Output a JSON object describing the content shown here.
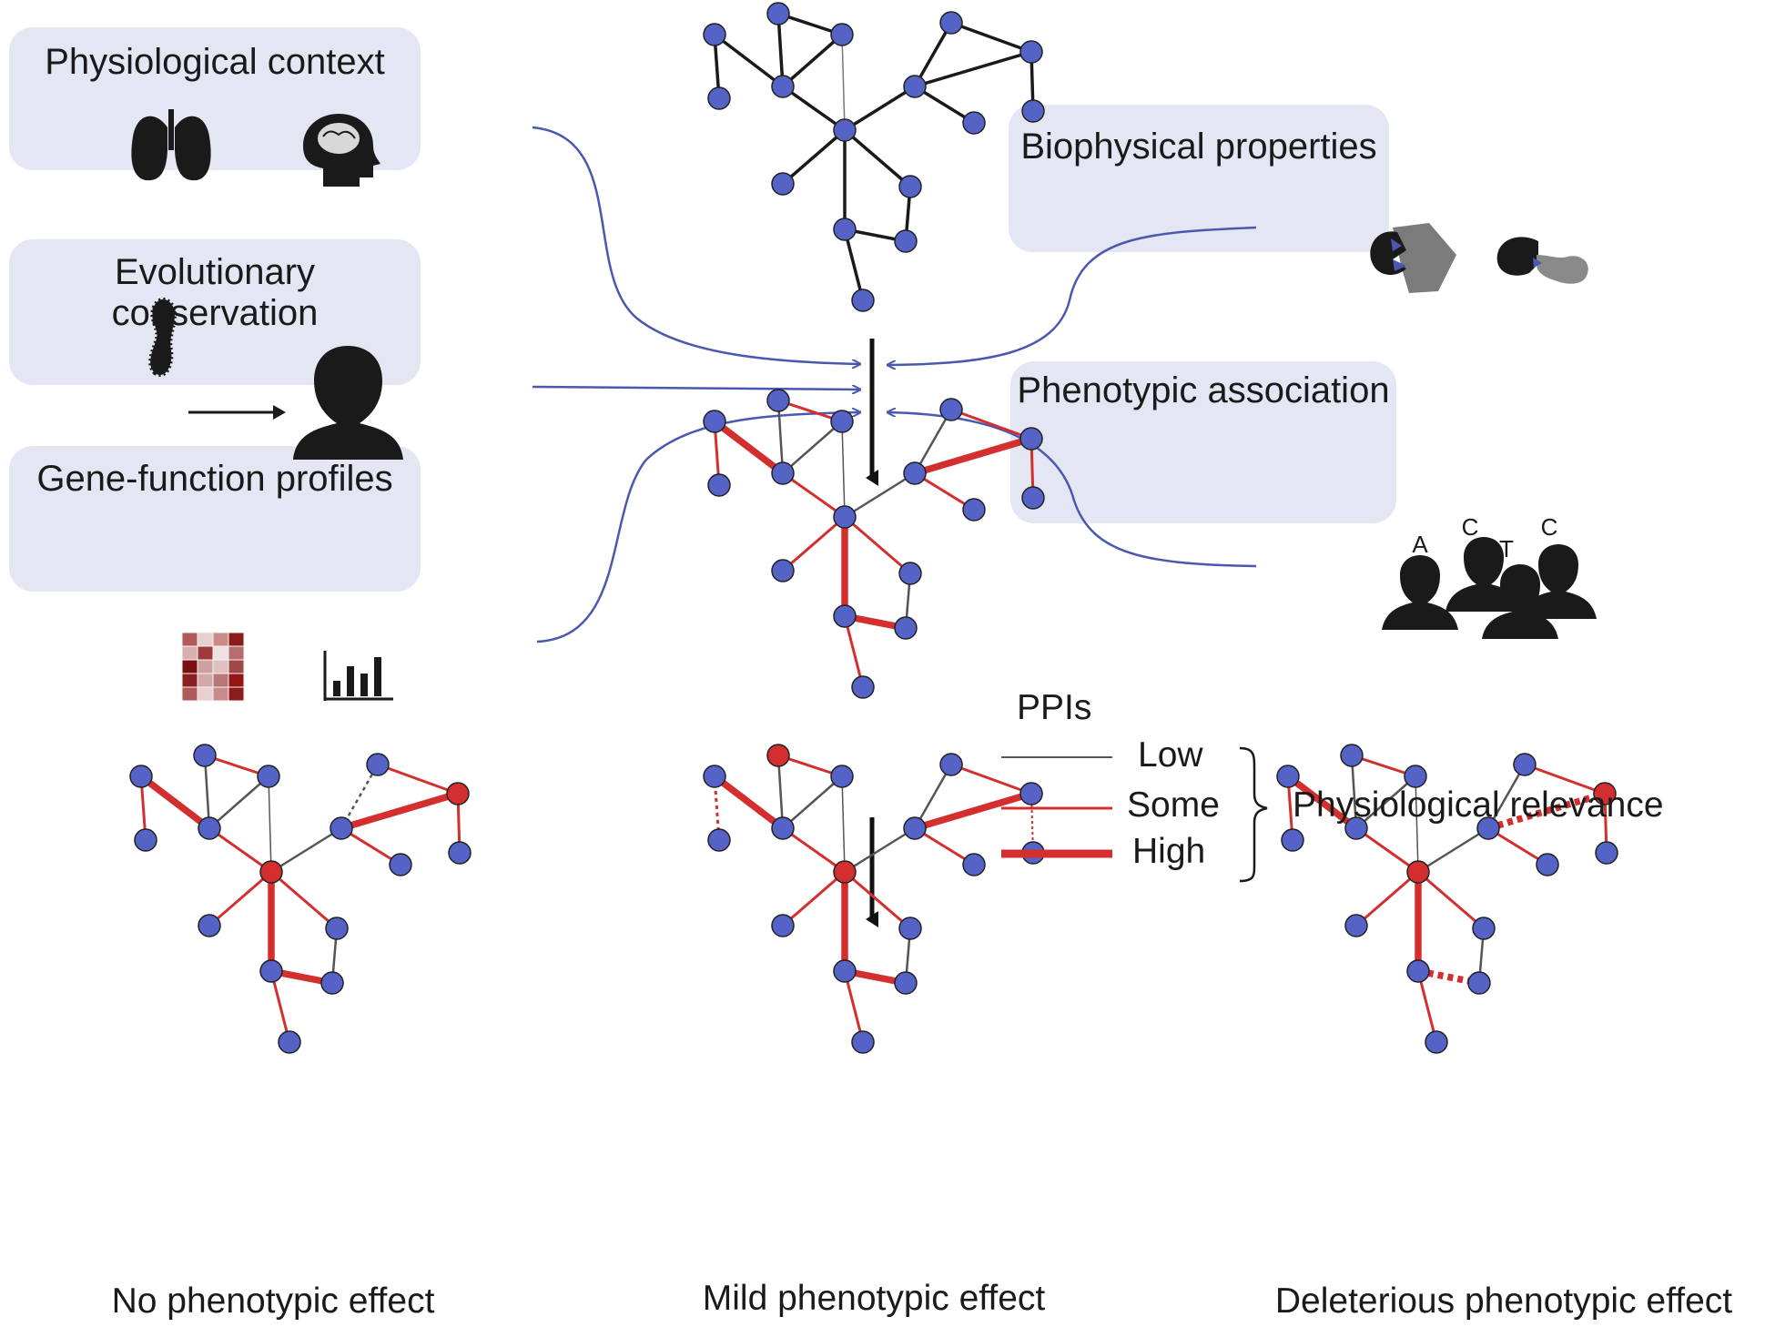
{
  "panels": {
    "physiological_context": {
      "title": "Physiological context",
      "icons": [
        "lungs-icon",
        "brain-head-icon"
      ]
    },
    "evolutionary_conservation": {
      "title": "Evolutionary conservation",
      "icons": [
        "bacterium-icon",
        "arrow-right-icon",
        "human-head-icon"
      ]
    },
    "gene_function_profiles": {
      "title": "Gene-function profiles",
      "icons": [
        "heatmap-icon",
        "bar-chart-icon"
      ]
    },
    "biophysical_properties": {
      "title": "Biophysical properties",
      "icons": [
        "protein-binding-icon",
        "protein-pair-icon"
      ]
    },
    "phenotypic_association": {
      "title": "Phenotypic association",
      "alleles": [
        "A",
        "C",
        "T",
        "C"
      ],
      "icons": [
        "population-icon"
      ]
    }
  },
  "legend": {
    "title": "PPIs",
    "items": [
      {
        "label": "Low",
        "color": "#555555"
      },
      {
        "label": "Some",
        "color": "#d32f2f"
      },
      {
        "label": "High",
        "color": "#d32f2f"
      }
    ],
    "group_label": "Physiological relevance"
  },
  "captions": {
    "no_effect": "No phenotypic effect",
    "mild_effect": "Mild phenotypic effect",
    "deleterious_effect": "Deleterious phenotypic effect"
  },
  "colors": {
    "panel_bg": "#e4e6f3",
    "node": "#5563c7",
    "mutated_node": "#d32f2f",
    "edge_low": "#555555",
    "edge_relevant": "#d32f2f",
    "connector": "#4a58b0"
  }
}
